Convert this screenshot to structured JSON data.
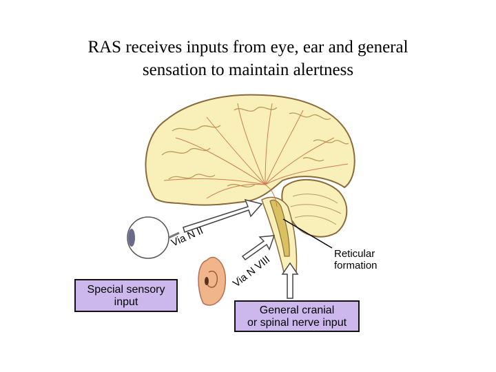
{
  "title": {
    "line1": "RAS receives inputs from eye, ear and general",
    "line2": "sensation to maintain alertness"
  },
  "labels": {
    "via_n2": "Via N II",
    "via_n8": "Via N VIII",
    "reticular_line1": "Reticular",
    "reticular_line2": "formation"
  },
  "boxes": {
    "special_line1": "Special sensory",
    "special_line2": "input",
    "general_line1": "General cranial",
    "general_line2": "or spinal nerve input"
  },
  "colors": {
    "brain_fill": "#f8f0b8",
    "brain_outline": "#8a6a3a",
    "pathway": "#d07a50",
    "box_fill": "#ccb8ec",
    "formation": "#d9c060"
  }
}
